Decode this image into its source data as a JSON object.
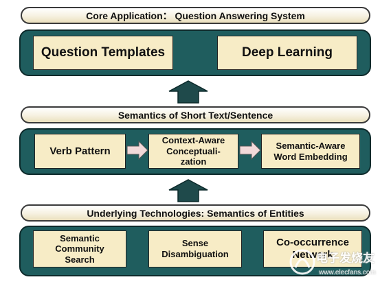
{
  "layers": {
    "top": {
      "header": "Core Application： Question Answering System",
      "boxes": [
        "Question Templates",
        "Deep Learning"
      ]
    },
    "middle": {
      "header": "Semantics of Short Text/Sentence",
      "boxes": [
        "Verb Pattern",
        "Context-Aware\nConceptuali-\nzation",
        "Semantic-Aware\nWord Embedding"
      ]
    },
    "bottom": {
      "header": "Underlying Technologies: Semantics of Entities",
      "boxes": [
        "Semantic\nCommunity\nSearch",
        "Sense\nDisambiguation",
        "Co-occurrence\nNetwork"
      ]
    }
  },
  "watermark": {
    "text": "电子发烧友",
    "url": "www.elecfans.com"
  },
  "colors": {
    "panel": "#1f5d5e",
    "box": "#f7ecc6",
    "arrow_up": "#1f4a4b",
    "arrow_right": "#f2d9d9"
  }
}
